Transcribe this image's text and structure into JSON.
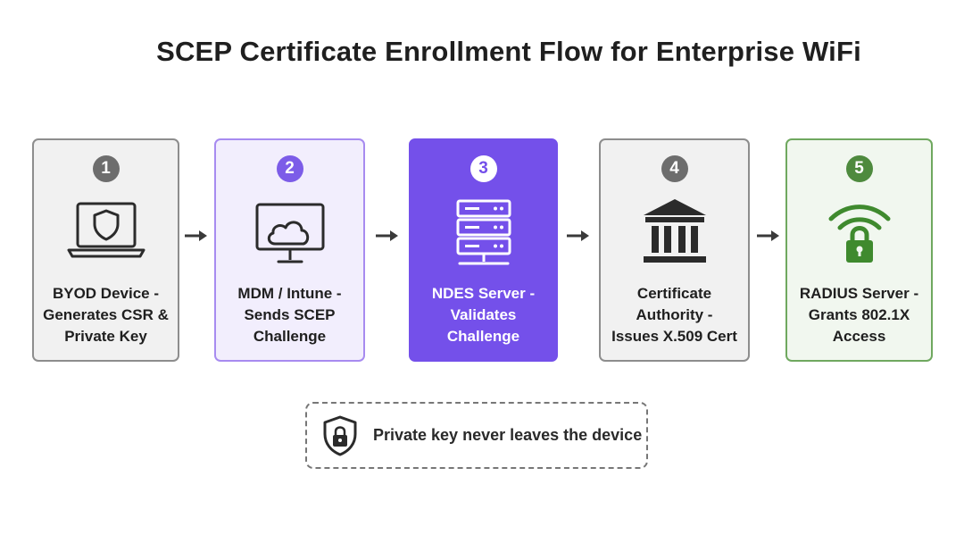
{
  "title": "SCEP Certificate Enrollment Flow for Enterprise WiFi",
  "colors": {
    "gray_fill": "#f1f1f1",
    "gray_border": "#8d8d8d",
    "gray_badge": "#6d6d6d",
    "purple_light_fill": "#f2eefd",
    "purple_light_border": "#a78bf0",
    "purple_badge": "#7c5ce8",
    "purple_dark_fill": "#7450ea",
    "green_fill": "#f1f7ef",
    "green_border": "#6fa85f",
    "green_badge": "#4e8a3e"
  },
  "steps": [
    {
      "number": "1",
      "label": "BYOD Device -\nGenerates CSR &\nPrivate Key",
      "icon": "laptop-shield-icon"
    },
    {
      "number": "2",
      "label": "MDM / Intune -\nSends SCEP\nChallenge",
      "icon": "cloud-monitor-icon"
    },
    {
      "number": "3",
      "label": "NDES Server -\nValidates\nChallenge",
      "icon": "server-icon"
    },
    {
      "number": "4",
      "label": "Certificate\nAuthority -\nIssues X.509 Cert",
      "icon": "bank-building-icon"
    },
    {
      "number": "5",
      "label": "RADIUS Server -\nGrants 802.1X\nAccess",
      "icon": "wifi-lock-icon"
    }
  ],
  "note": {
    "text": "Private key never leaves the device",
    "icon": "shield-lock-icon"
  }
}
